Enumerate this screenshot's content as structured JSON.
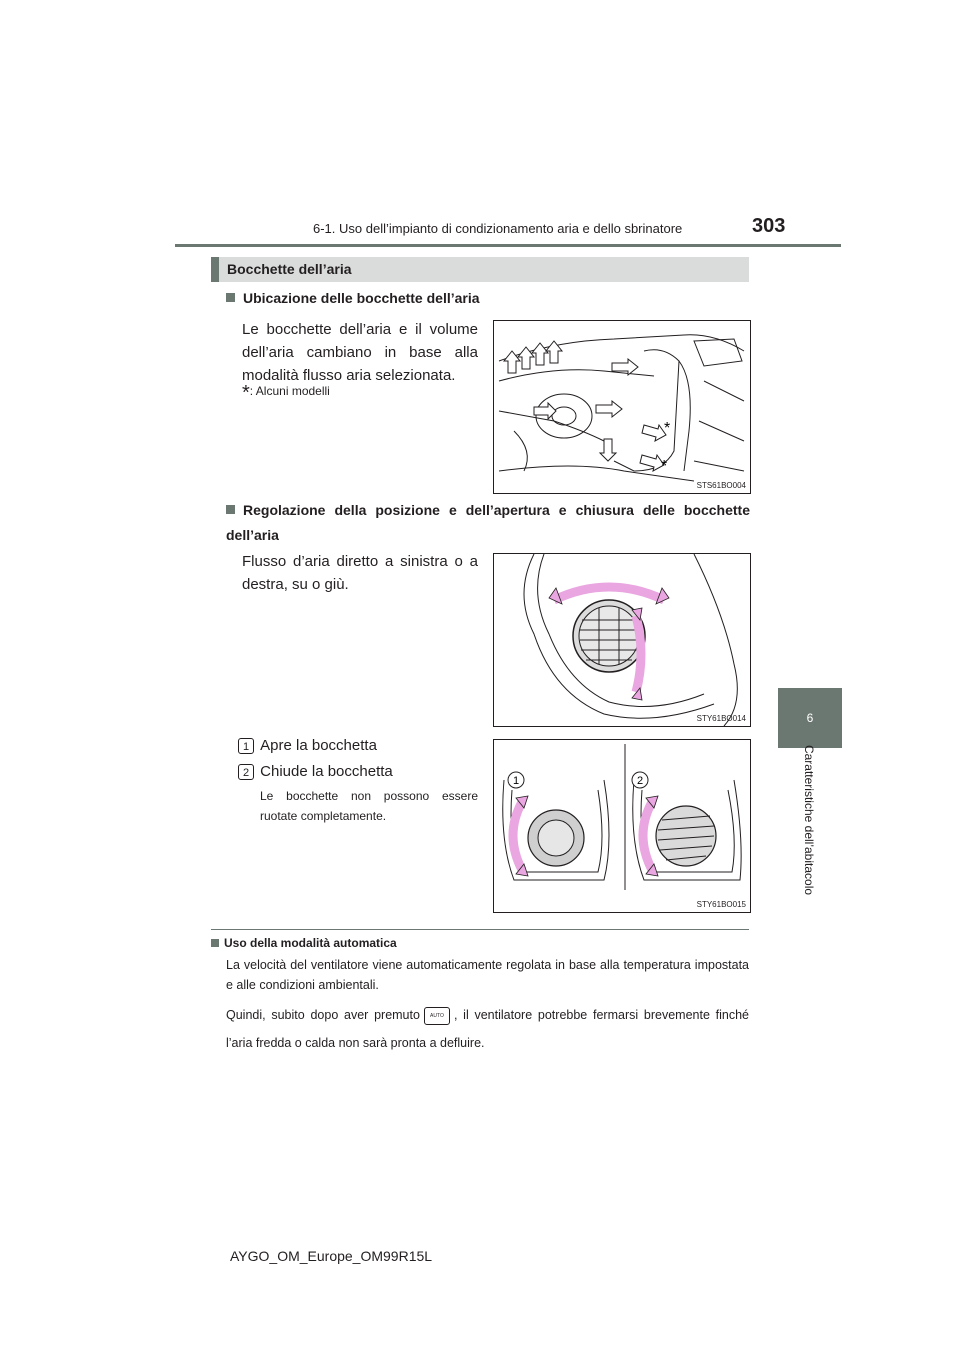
{
  "header": {
    "chapter_title": "6-1. Uso dell’impianto di condizionamento aria e dello sbrinatore",
    "page_number": "303"
  },
  "side_tab": {
    "number": "6",
    "label": "Caratteristiche dell’abitacolo"
  },
  "section": {
    "title": "Bocchette dell’aria"
  },
  "sub1": {
    "title": "Ubicazione delle bocchette dell’aria",
    "text": "Le bocchette dell’aria e il volume dell’aria cambiano in base alla modalità flusso aria selezionata.",
    "footnote_mark": "*",
    "footnote": ": Alcuni modelli",
    "figure_code": "STS61BO004"
  },
  "sub2": {
    "title": "Regolazione della posizione e dell’apertura e chiusura delle bocchette dell’aria",
    "text": "Flusso d’aria diretto a sinistra o a destra, su o giù.",
    "figure_code": "STY61BO014"
  },
  "sub3": {
    "item1_num": "1",
    "item1_text": "Apre la bocchetta",
    "item2_num": "2",
    "item2_text": "Chiude la bocchetta",
    "note": "Le bocchette non possono essere ruotate completamente.",
    "figure_code": "STY61BO015",
    "fig_label1": "1",
    "fig_label2": "2"
  },
  "note_block": {
    "title": "Uso della modalità automatica",
    "text1": "La velocità del ventilatore viene automaticamente regolata in base alla temperatura impostata e alle condizioni ambientali.",
    "text2a": "Quindi, subito dopo aver premuto",
    "auto_label": "AUTO",
    "text2b": ", il ventilatore potrebbe fermarsi brevemente finché l’aria fredda o calda non sarà pronta a defluire."
  },
  "footer": {
    "doc_id": "AYGO_OM_Europe_OM99R15L"
  },
  "colors": {
    "accent": "#6b7872",
    "section_bg": "#d9dcdb",
    "arrow_pink": "#e9a6e0"
  }
}
